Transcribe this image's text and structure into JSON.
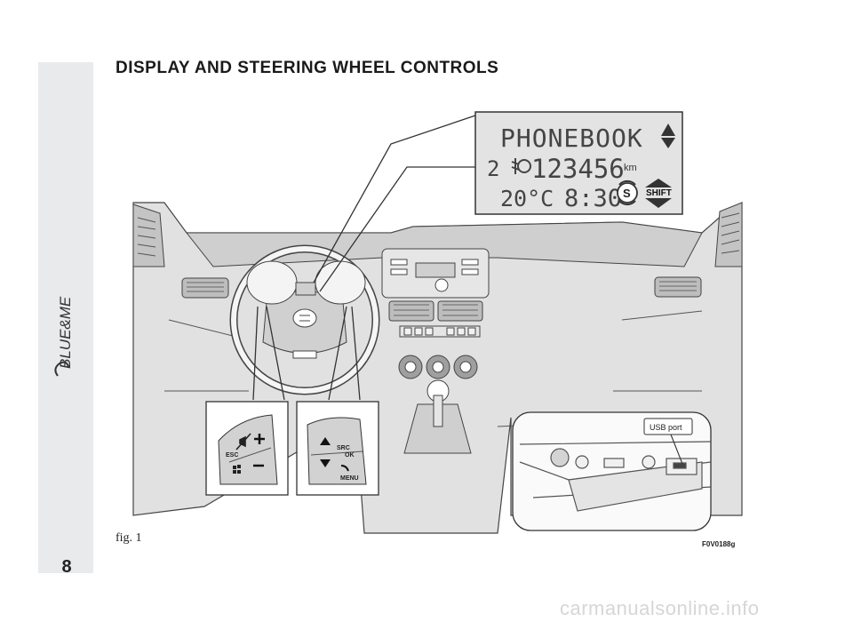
{
  "page": {
    "title": "DISPLAY AND STEERING WHEEL CONTROLS",
    "page_number": "8",
    "sidebar_logo": "BLUE&ME",
    "figure_label": "fig. 1",
    "figure_code": "F0V0188g",
    "watermark": "carmanualsonline.info"
  },
  "display": {
    "line1": "PHONEBOOK",
    "line2_prefix": "2",
    "line2_value": "123456",
    "line2_unit": "km",
    "line3_temp": "20°C",
    "line3_time": "8:30",
    "s_badge": "S",
    "shift_label": "SHIFT"
  },
  "left_controls": {
    "esc_label": "ESC"
  },
  "right_controls": {
    "src_label": "SRC",
    "ok_label": "OK",
    "menu_label": "MENU"
  },
  "usb_callout": {
    "label": "USB port"
  },
  "colors": {
    "line_art": "#444444",
    "fill_gray": "#d9d9d9",
    "display_bg": "#e3e3e3"
  }
}
